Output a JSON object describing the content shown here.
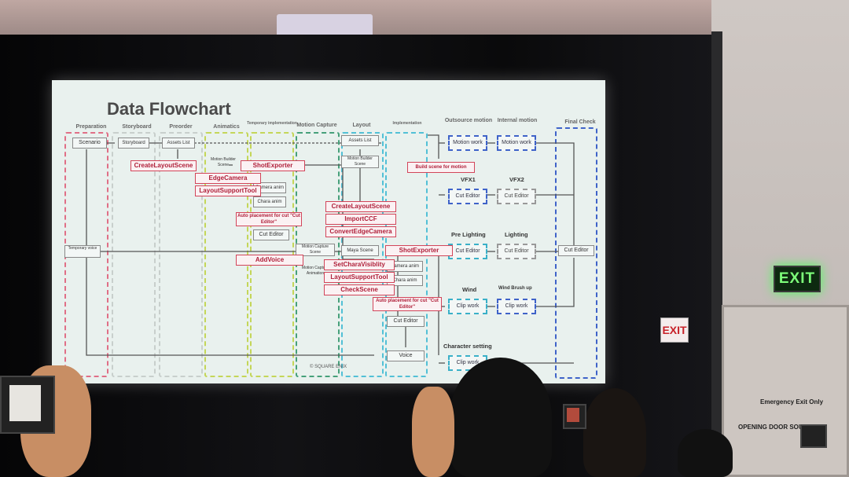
{
  "slide": {
    "title": "Data Flowchart",
    "columns": [
      "Preparation",
      "Storyboard",
      "Preorder",
      "Animatics",
      "Temporary implementation",
      "Motion Capture",
      "Layout",
      "Implementation",
      "Outsource motion",
      "Internal motion",
      "Final Check"
    ],
    "nodes_gray": [
      "Scenario",
      "Storyboard",
      "Assets List",
      "Assets List",
      "Motion Builder Scene",
      "Motion Builder Scene",
      "Temporary voice",
      "Camera anim",
      "Chara anim",
      "Cut Editor",
      "Maya Scene",
      "Motion Capture Scene",
      "Motion Capture Animation",
      "Camera anim",
      "Chara anim",
      "Cut Editor",
      "Voice",
      "Motion work",
      "Motion work",
      "Cut Editor",
      "Cut Editor",
      "Cut Editor",
      "Cut Editor",
      "Clip work",
      "Clip work",
      "Cut Editor",
      "Clip work"
    ],
    "nodes_red": [
      "CreateLayoutScene",
      "ShotExporter",
      "EdgeCamera",
      "LayoutSupportTool",
      "Auto placement for cut \"Cut Editor\"",
      "AddVoice",
      "CreateLayoutScene",
      "ImportCCF",
      "ConvertEdgeCamera",
      "ShotExporter",
      "SetCharaVisiblity",
      "LayoutSupportTool",
      "CheckScene",
      "Auto placement for cut \"Cut Editor\"",
      "Build scene for motion"
    ],
    "section_labels": [
      "VFX1",
      "VFX2",
      "Pre Lighting",
      "Lighting",
      "Wind",
      "Wind Brush up",
      "Character setting"
    ],
    "copyright": "© SQUARE ENIX"
  },
  "room": {
    "exit_sign": "EXIT",
    "exit_sign_red": "EXIT",
    "door_line1": "Emergency Exit Only",
    "door_line2": "OPENING DOOR SOUNDS"
  }
}
